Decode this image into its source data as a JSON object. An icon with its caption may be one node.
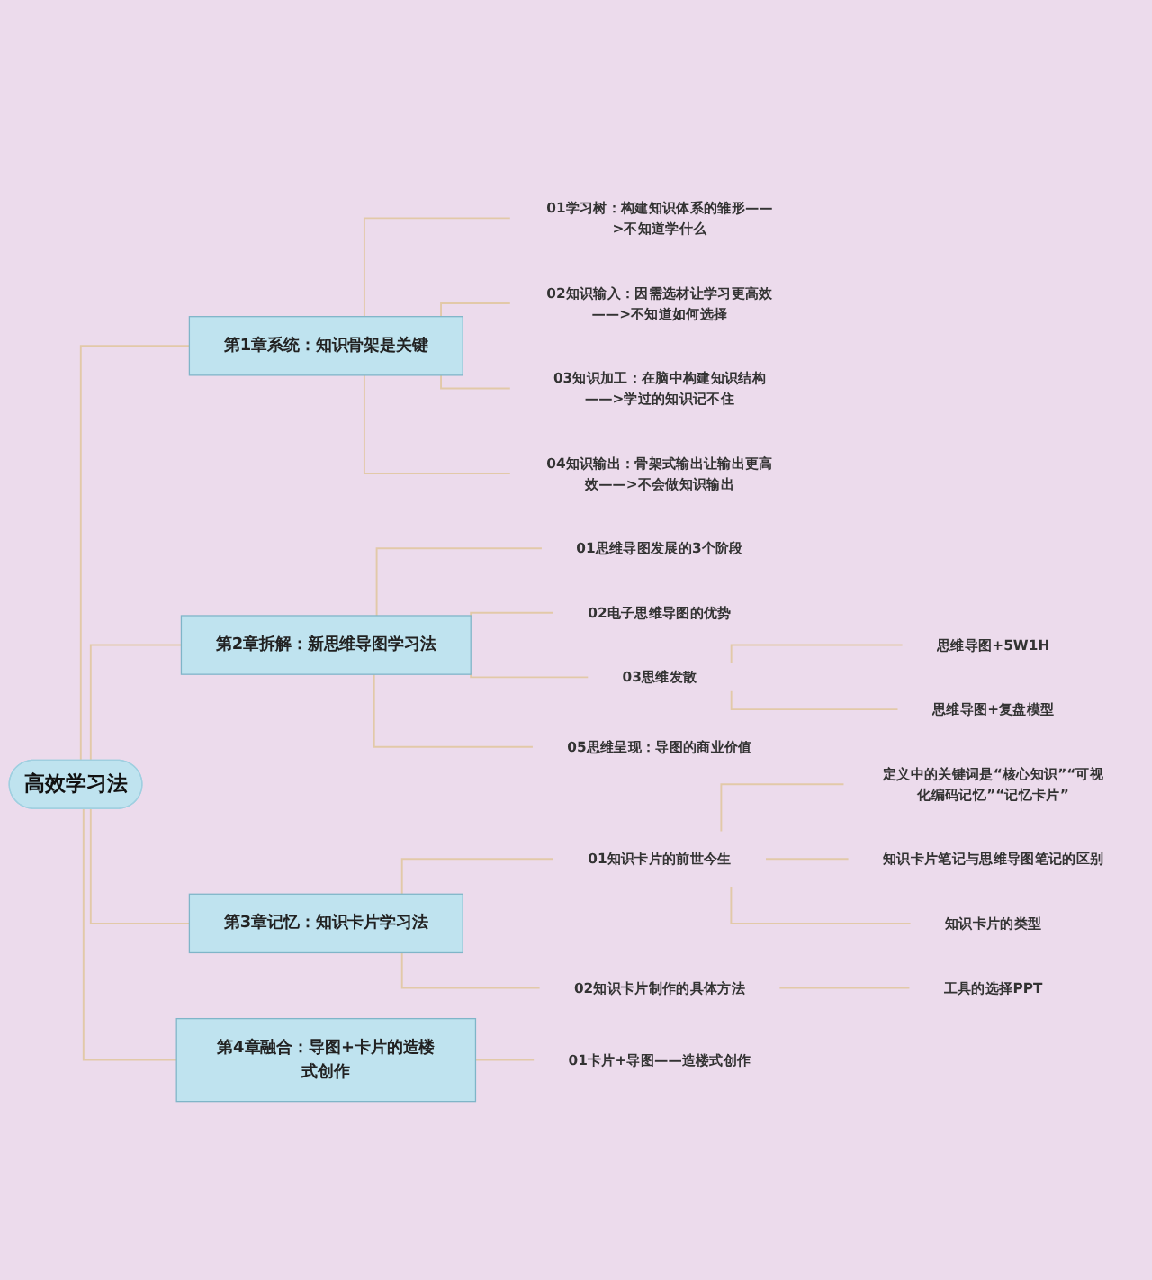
{
  "diagram": {
    "nodes": [
      {
        "text": [
          "高效学习法"
        ]
      },
      {
        "text": [
          "第1章系统：知识骨架是关键"
        ]
      },
      {
        "text": [
          "01学习树：构建知识体系的雏形——>不知道学什么"
        ]
      },
      {
        "text": [
          "02知识输入：因需选材让学习更高效——>不知道如何选择"
        ]
      },
      {
        "text": [
          "03知识加工：在脑中构建知识结构——>学过的知识记不住"
        ]
      },
      {
        "text": [
          "04知识输出：骨架式输出让输出更高效——>不会做知识输出"
        ]
      },
      {
        "text": [
          "第2章拆解：新思维导图学习法"
        ]
      },
      {
        "text": [
          "01思维导图发展的3个阶段"
        ]
      },
      {
        "text": [
          "02电子思维导图的优势"
        ]
      },
      {
        "text": [
          "03思维发散"
        ]
      },
      {
        "text": [
          "思维导图+5W1H"
        ]
      },
      {
        "text": [
          "思维导图+复盘模型"
        ]
      },
      {
        "text": [
          "05思维呈现：导图的商业价值"
        ]
      },
      {
        "text": [
          "第3章记忆：知识卡片学习法"
        ]
      },
      {
        "text": [
          "01知识卡片的前世今生"
        ]
      },
      {
        "text": [
          "定义中的关键词是“核心知识”“可视化编码记忆”“记忆卡片”"
        ]
      },
      {
        "text": [
          "知识卡片笔记与思维导图笔记的区别"
        ]
      },
      {
        "text": [
          "知识卡片的类型"
        ]
      },
      {
        "text": [
          "02知识卡片制作的具体方法"
        ]
      },
      {
        "text": [
          "工具的选择PPT"
        ]
      },
      {
        "text": [
          "第4章融合：导图+卡片的造楼式创作"
        ]
      },
      {
        "text": [
          "01卡片+导图——造楼式创作"
        ]
      }
    ],
    "edges": [
      {
        "from": 0,
        "to": 1,
        "arrow": "none"
      },
      {
        "from": 1,
        "to": 2,
        "arrow": "none"
      },
      {
        "from": 1,
        "to": 3,
        "arrow": "none"
      },
      {
        "from": 1,
        "to": 4,
        "arrow": "none"
      },
      {
        "from": 1,
        "to": 5,
        "arrow": "none"
      },
      {
        "from": 0,
        "to": 6,
        "arrow": "none"
      },
      {
        "from": 6,
        "to": 7,
        "arrow": "none"
      },
      {
        "from": 6,
        "to": 8,
        "arrow": "none"
      },
      {
        "from": 6,
        "to": 9,
        "arrow": "none"
      },
      {
        "from": 9,
        "to": 10,
        "arrow": "none"
      },
      {
        "from": 9,
        "to": 11,
        "arrow": "none"
      },
      {
        "from": 6,
        "to": 12,
        "arrow": "none"
      },
      {
        "from": 0,
        "to": 13,
        "arrow": "none"
      },
      {
        "from": 13,
        "to": 14,
        "arrow": "none"
      },
      {
        "from": 14,
        "to": 15,
        "arrow": "none"
      },
      {
        "from": 14,
        "to": 16,
        "arrow": "none"
      },
      {
        "from": 14,
        "to": 17,
        "arrow": "none"
      },
      {
        "from": 13,
        "to": 18,
        "arrow": "none"
      },
      {
        "from": 18,
        "to": 19,
        "arrow": "none"
      },
      {
        "from": 0,
        "to": 20,
        "arrow": "none"
      },
      {
        "from": 20,
        "to": 21,
        "arrow": "none"
      }
    ]
  }
}
